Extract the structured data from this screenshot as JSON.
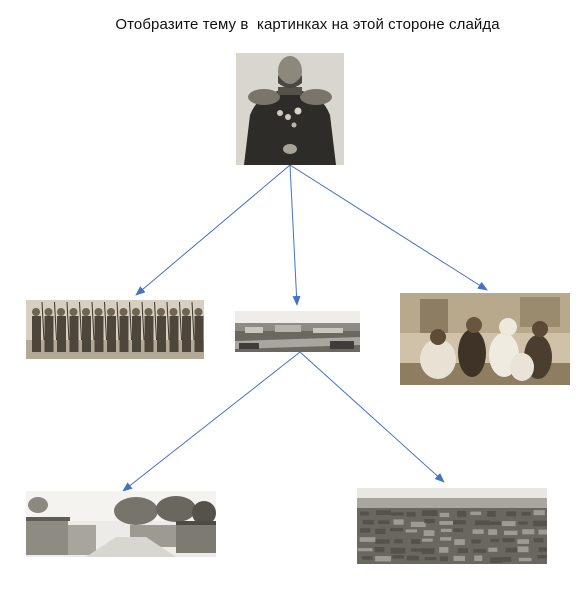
{
  "slide": {
    "instruction": "Отобразите тему в  картинках на этой стороне слайда"
  },
  "colors": {
    "arrow": "#4472C4",
    "photo_light": "#e9e6e0",
    "photo_mid": "#9c9990",
    "photo_dark": "#3a3833",
    "sepia_light": "#d9ccb4",
    "sepia_dark": "#5a4a36"
  },
  "pictures": [
    {
      "id": "general-portrait",
      "depicts": "engraved portrait of a general in uniform with epaulettes and medals"
    },
    {
      "id": "soldiers-column",
      "depicts": "line of soldiers with rifles"
    },
    {
      "id": "city-panorama",
      "depicts": "panoramic view of a city with low buildings"
    },
    {
      "id": "seated-men",
      "depicts": "group of seated men in turbans and robes"
    },
    {
      "id": "village-street",
      "depicts": "village street with clay houses and trees"
    },
    {
      "id": "rooftops-panorama",
      "depicts": "panorama of flat clay rooftops"
    }
  ]
}
